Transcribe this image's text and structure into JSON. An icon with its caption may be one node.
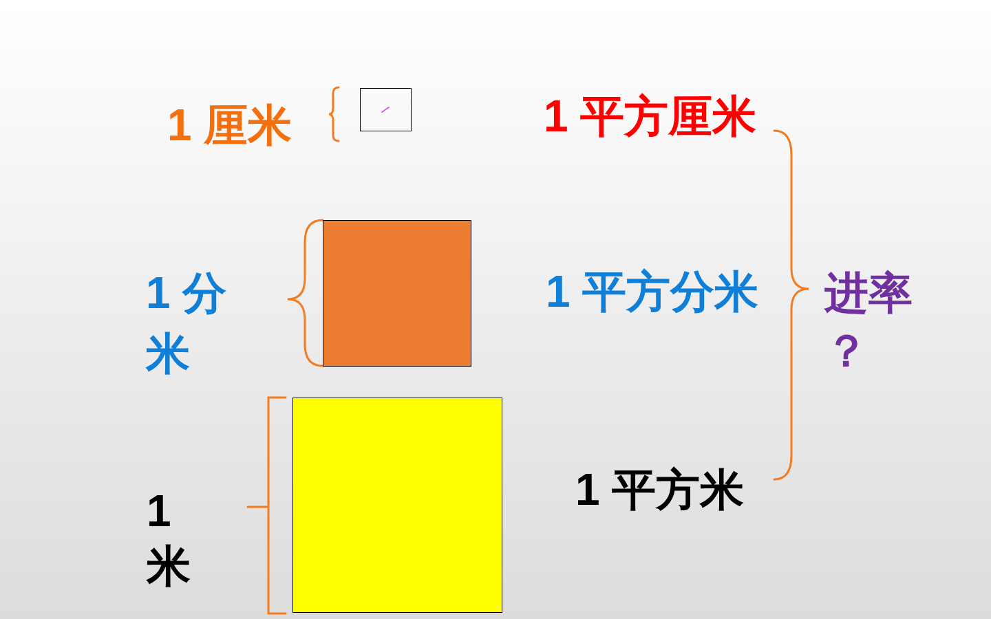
{
  "diagram": {
    "nodes": [
      {
        "text": [],
        "shape": "box"
      },
      {
        "text": [],
        "shape": "box"
      },
      {
        "text": [],
        "shape": "box"
      }
    ],
    "labels": [
      "1 厘米",
      "1 平方厘米",
      "1 分米",
      "1 平方分米",
      "进率？",
      "1 米",
      "1 平方米"
    ]
  }
}
